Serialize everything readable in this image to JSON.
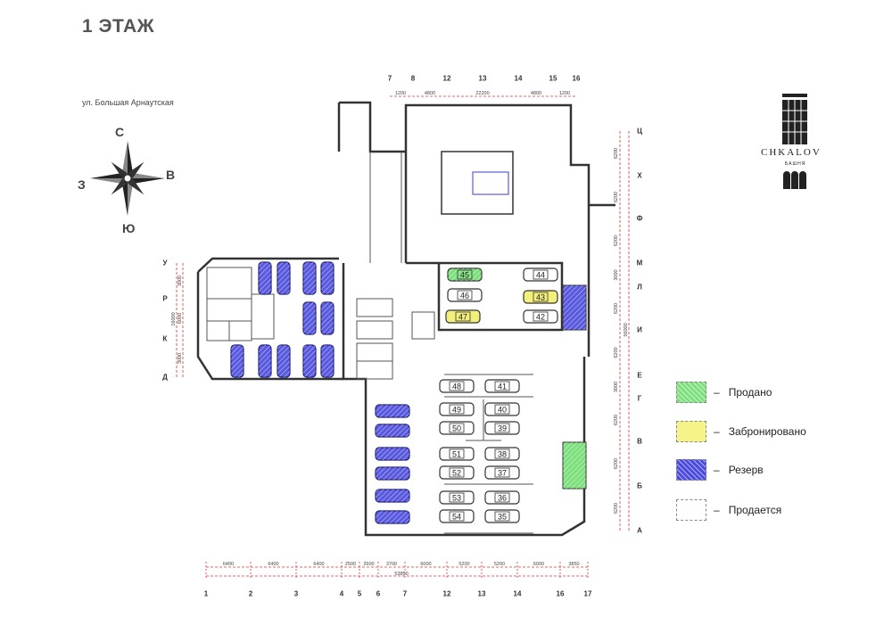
{
  "title": "1 ЭТАЖ",
  "street": "ул. Большая Арнаутская",
  "compass": {
    "north": "С",
    "south": "Ю",
    "west": "З",
    "east": "В"
  },
  "logo": {
    "name": "CHKALOV",
    "subtitle": "БАШНЯ"
  },
  "legend": [
    {
      "label": "Продано",
      "color": "#7de07d",
      "hatched": true
    },
    {
      "label": "Забронировано",
      "color": "#f4f48a",
      "hatched": false
    },
    {
      "label": "Резерв",
      "color": "#4a4adf",
      "hatched": true
    },
    {
      "label": "Продается",
      "color": "#ffffff",
      "hatched": false
    }
  ],
  "legend_dash": "–",
  "status_colors": {
    "sold": "#7de07d",
    "booked": "#f2ef7a",
    "reserve": "#5a5ae0",
    "sale": "#ffffff"
  },
  "parking_spots": [
    {
      "number": "45",
      "status": "sold"
    },
    {
      "number": "44",
      "status": "sale"
    },
    {
      "number": "46",
      "status": "sale"
    },
    {
      "number": "43",
      "status": "booked"
    },
    {
      "number": "47",
      "status": "booked"
    },
    {
      "number": "42",
      "status": "sale"
    },
    {
      "number": "48",
      "status": "sale"
    },
    {
      "number": "41",
      "status": "sale"
    },
    {
      "number": "49",
      "status": "sale"
    },
    {
      "number": "40",
      "status": "sale"
    },
    {
      "number": "50",
      "status": "sale"
    },
    {
      "number": "39",
      "status": "sale"
    },
    {
      "number": "51",
      "status": "sale"
    },
    {
      "number": "38",
      "status": "sale"
    },
    {
      "number": "52",
      "status": "sale"
    },
    {
      "number": "37",
      "status": "sale"
    },
    {
      "number": "53",
      "status": "sale"
    },
    {
      "number": "36",
      "status": "sale"
    },
    {
      "number": "54",
      "status": "sale"
    },
    {
      "number": "35",
      "status": "sale"
    }
  ],
  "axes": {
    "top": [
      "7",
      "8",
      "12",
      "13",
      "14",
      "15",
      "16"
    ],
    "top_dims": [
      "1200",
      "4800",
      "22200",
      "4800",
      "1200"
    ],
    "right": [
      "Ц",
      "Х",
      "Ф",
      "М",
      "Л",
      "И",
      "Е",
      "Г",
      "В",
      "Б",
      "А"
    ],
    "right_dims": [
      "6200",
      "6200",
      "6200",
      "3000",
      "6200",
      "6200",
      "3000",
      "6200",
      "6200",
      "6200"
    ],
    "right_total": "56000",
    "left": [
      "У",
      "Р",
      "К",
      "Д"
    ],
    "left_dims": [
      "3000",
      "6000",
      "3000"
    ],
    "left_total": "16000",
    "bottom": [
      "1",
      "2",
      "3",
      "4",
      "5",
      "6",
      "7",
      "12",
      "13",
      "14",
      "16",
      "17"
    ],
    "bottom_dims": [
      "6400",
      "6400",
      "6400",
      "2500",
      "2600",
      "3700",
      "6000",
      "5200",
      "5200",
      "6000",
      "3850"
    ],
    "bottom_total": "53850"
  }
}
